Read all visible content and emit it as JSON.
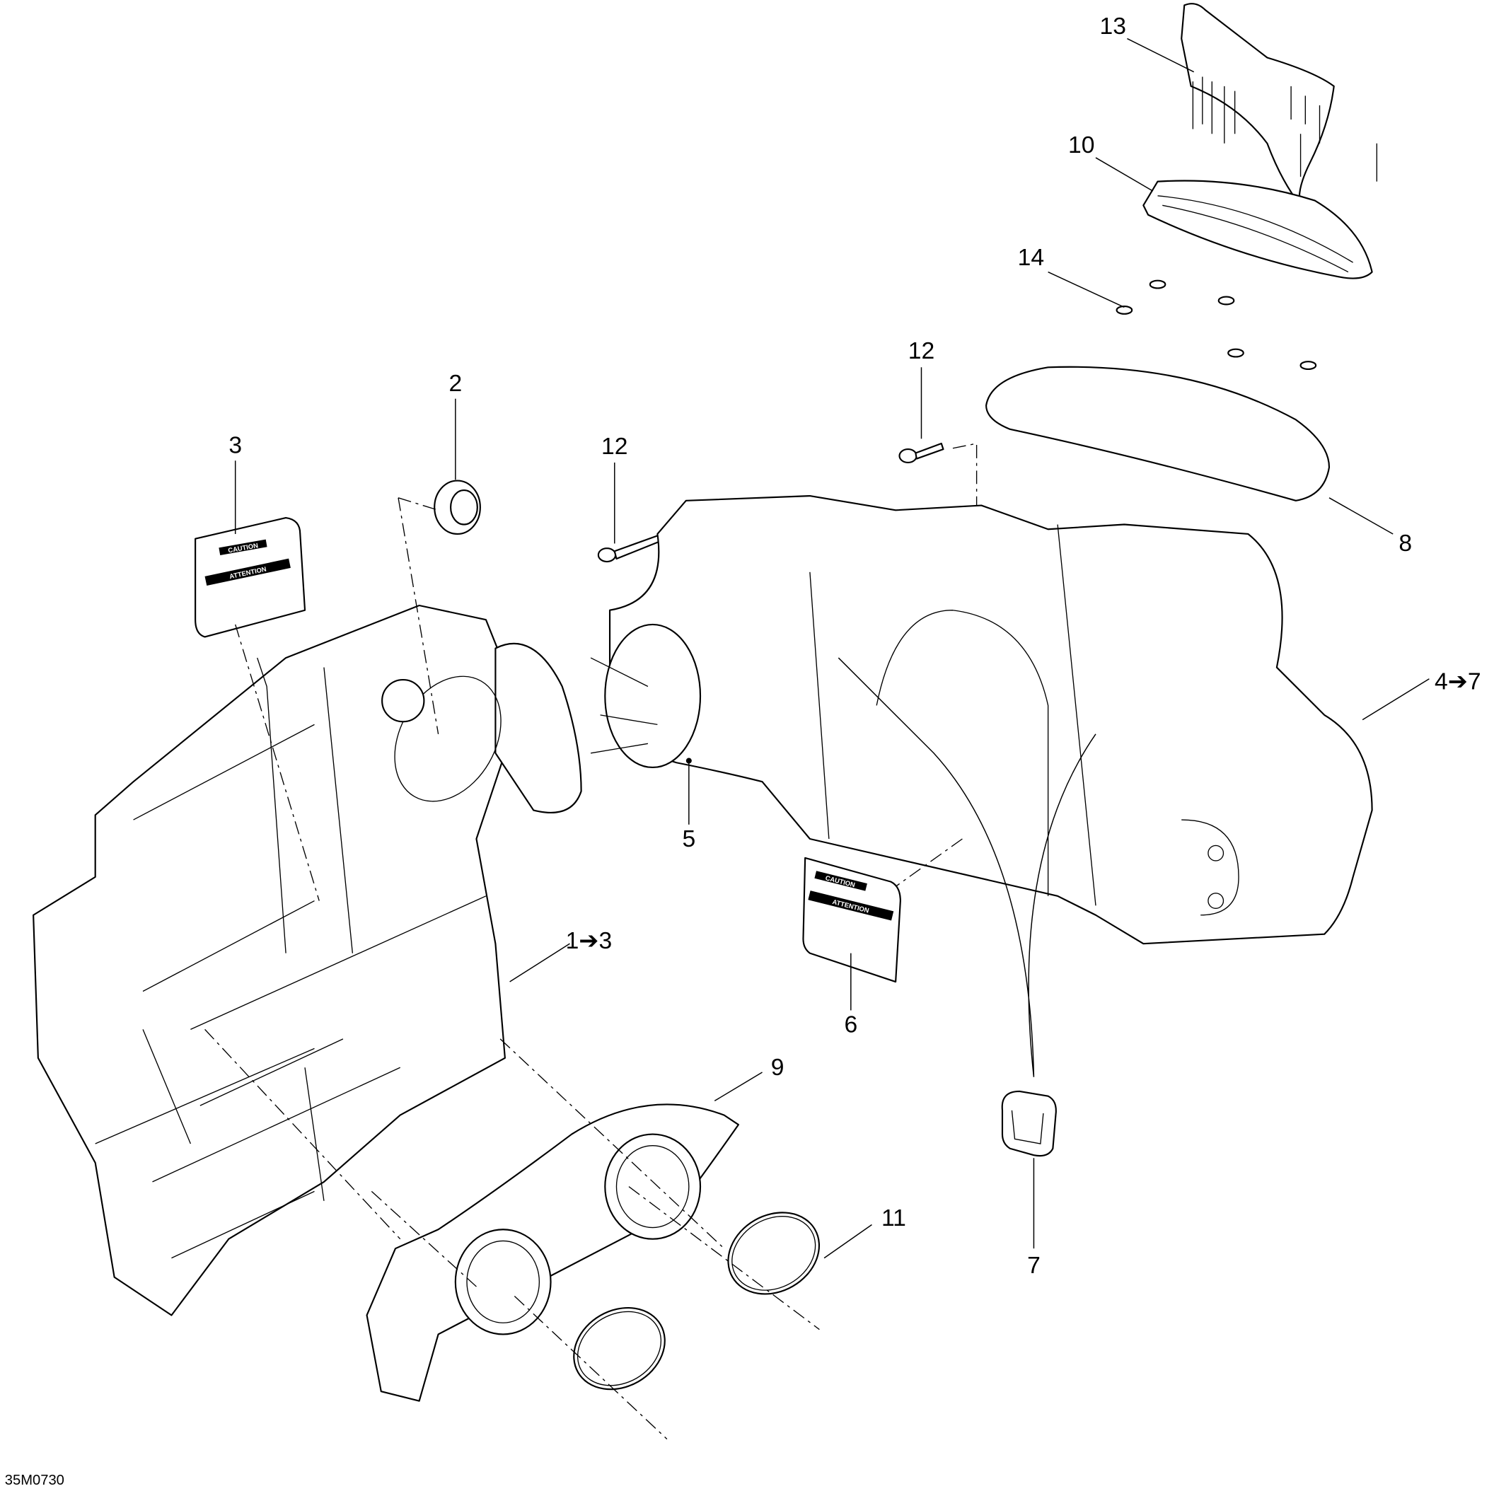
{
  "diagram": {
    "drawing_code": "35M0730",
    "callouts": [
      {
        "id": "c13",
        "label": "13"
      },
      {
        "id": "c10",
        "label": "10"
      },
      {
        "id": "c14",
        "label": "14"
      },
      {
        "id": "c12a",
        "label": "12"
      },
      {
        "id": "c12b",
        "label": "12"
      },
      {
        "id": "c2",
        "label": "2"
      },
      {
        "id": "c3",
        "label": "3"
      },
      {
        "id": "c8",
        "label": "8"
      },
      {
        "id": "c47",
        "label": "4➔7"
      },
      {
        "id": "c5",
        "label": "5"
      },
      {
        "id": "c13r",
        "label": "1➔3"
      },
      {
        "id": "c6",
        "label": "6"
      },
      {
        "id": "c9",
        "label": "9"
      },
      {
        "id": "c11",
        "label": "11"
      },
      {
        "id": "c7",
        "label": "7"
      }
    ],
    "decal_text": {
      "line1": "CAUTION",
      "line2": "ATTENTION"
    }
  }
}
